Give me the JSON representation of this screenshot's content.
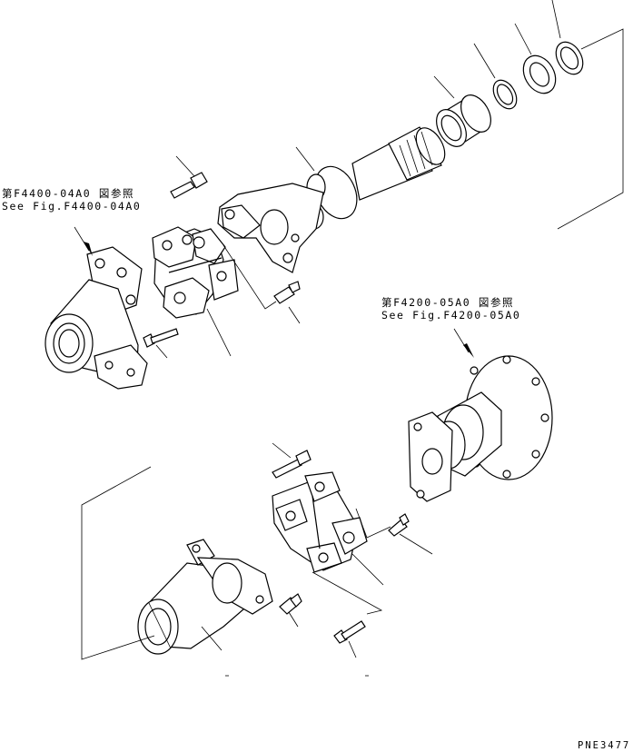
{
  "references": {
    "upper_left": {
      "line1": "第F4400-04A0 図参照",
      "line2": "See Fig.F4400-04A0"
    },
    "right": {
      "line1": "第F4200-05A0 図参照",
      "line2": "See Fig.F4200-05A0"
    }
  },
  "figure_code": "PNE3477",
  "icons": [
    "universal-joint-cross",
    "yoke",
    "spline-shaft",
    "snap-ring",
    "bearing-race",
    "bolt",
    "grease-nipple",
    "flange-housing",
    "differential-housing"
  ]
}
